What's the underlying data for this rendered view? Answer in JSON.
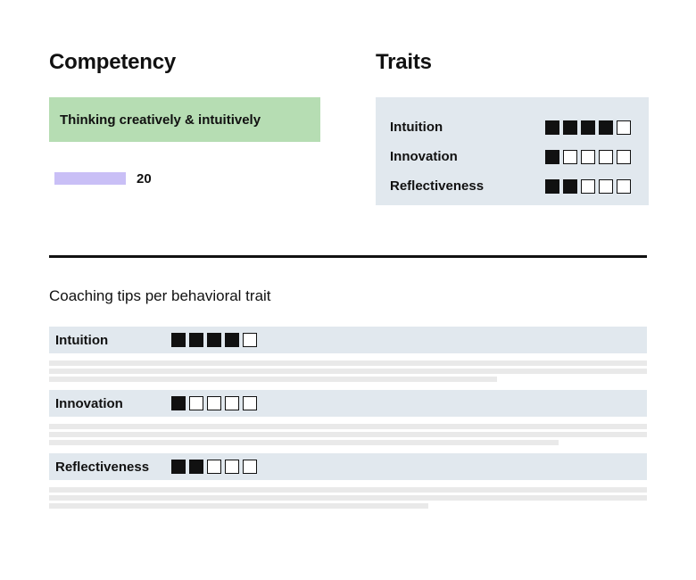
{
  "competency": {
    "heading": "Competency",
    "name": "Thinking creatively & intuitively",
    "score": "20",
    "score_color": "#c9bff6",
    "box_color": "#b6ddb3"
  },
  "traits": {
    "heading": "Traits",
    "items": [
      {
        "name": "Intuition",
        "level": 4,
        "max": 5
      },
      {
        "name": "Innovation",
        "level": 1,
        "max": 5
      },
      {
        "name": "Reflectiveness",
        "level": 2,
        "max": 5
      }
    ]
  },
  "coaching": {
    "title": "Coaching tips per behavioral trait",
    "items": [
      {
        "name": "Intuition",
        "level": 4,
        "max": 5
      },
      {
        "name": "Innovation",
        "level": 1,
        "max": 5
      },
      {
        "name": "Reflectiveness",
        "level": 2,
        "max": 5
      }
    ]
  },
  "colors": {
    "panel": "#e1e8ee",
    "text_placeholder": "#e9e9e9"
  }
}
